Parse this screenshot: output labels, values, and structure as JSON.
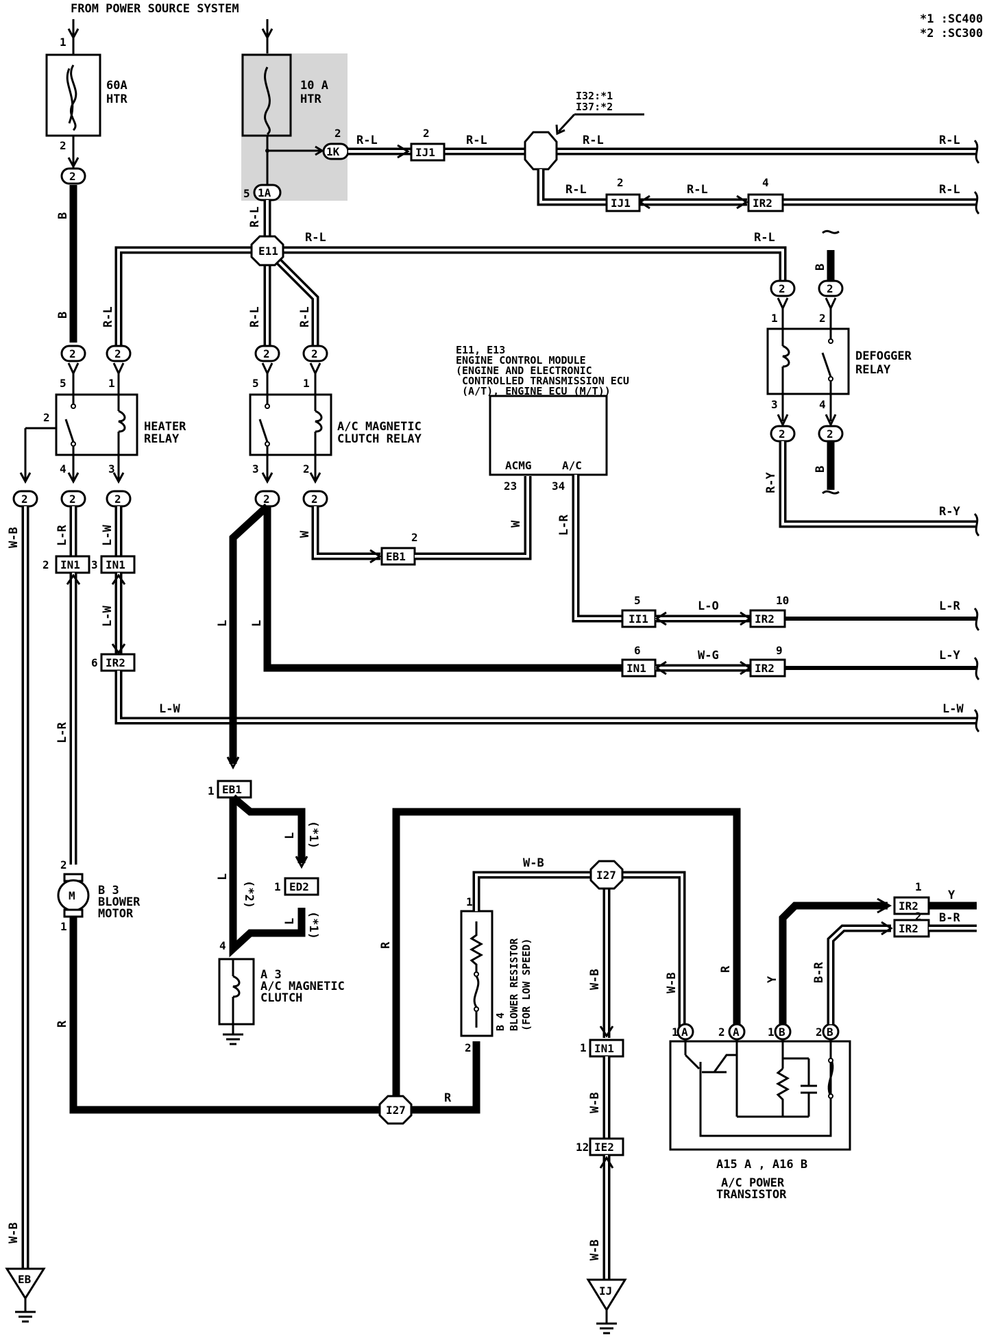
{
  "header": {
    "source_label": "FROM POWER SOURCE SYSTEM",
    "note1": "*1 :SC400",
    "note2": "*2 :SC300"
  },
  "components": {
    "fuse_60a": "60A\nHTR",
    "fuse_10a": "10 A\nHTR",
    "engine_ecu": "E11, E13\nENGINE CONTROL MODULE\n(ENGINE AND ELECTRONIC\n CONTROLLED TRANSMISSION ECU\n (A/T), ENGINE ECU (M/T))",
    "ecu_pin_acmg": "ACMG",
    "ecu_pin_ac": "A/C",
    "heater_relay": "HEATER\nRELAY",
    "ac_clutch_relay": "A/C MAGNETIC\nCLUTCH RELAY",
    "defogger_relay": "DEFOGGER\nRELAY",
    "blower_motor": "B 3\nBLOWER\nMOTOR",
    "ac_clutch": "A 3\nA/C MAGNETIC\nCLUTCH",
    "blower_resistor": "B 4\nBLOWER RESISTOR\n(FOR LOW SPEED)",
    "power_transistor": "A/C POWER\nTRANSISTOR",
    "power_transistor_ids": "A15 A , A16 B",
    "junction_note": "I32:*1\nI37:*2"
  },
  "connectors": {
    "c_2": "2",
    "c_1a": "1A",
    "c_1k": "1K",
    "c_ij1": "IJ1",
    "c_ir2": "IR2",
    "c_in1": "IN1",
    "c_eb1": "EB1",
    "c_ed2": "ED2",
    "c_ii1": "II1",
    "c_ie2": "IE2",
    "c_e11": "E11",
    "c_i27": "I27",
    "c_eb": "EB",
    "c_ij": "IJ",
    "c_a": "A",
    "c_b": "B",
    "motor_m": "M"
  },
  "wires": {
    "r_l": "R-L",
    "b": "B",
    "l_r": "L-R",
    "l_w": "L-W",
    "w_b": "W-B",
    "w": "W",
    "l": "L",
    "r": "R",
    "r_y": "R-Y",
    "l_o": "L-O",
    "w_g": "W-G",
    "l_y": "L-Y",
    "y": "Y",
    "b_r": "B-R",
    "star1": "(*1)",
    "star2": "(*2)"
  },
  "pins": {
    "p1": "1",
    "p2": "2",
    "p3": "3",
    "p4": "4",
    "p5": "5",
    "p6": "6",
    "p9": "9",
    "p10": "10",
    "p12": "12",
    "p23": "23",
    "p34": "34"
  }
}
